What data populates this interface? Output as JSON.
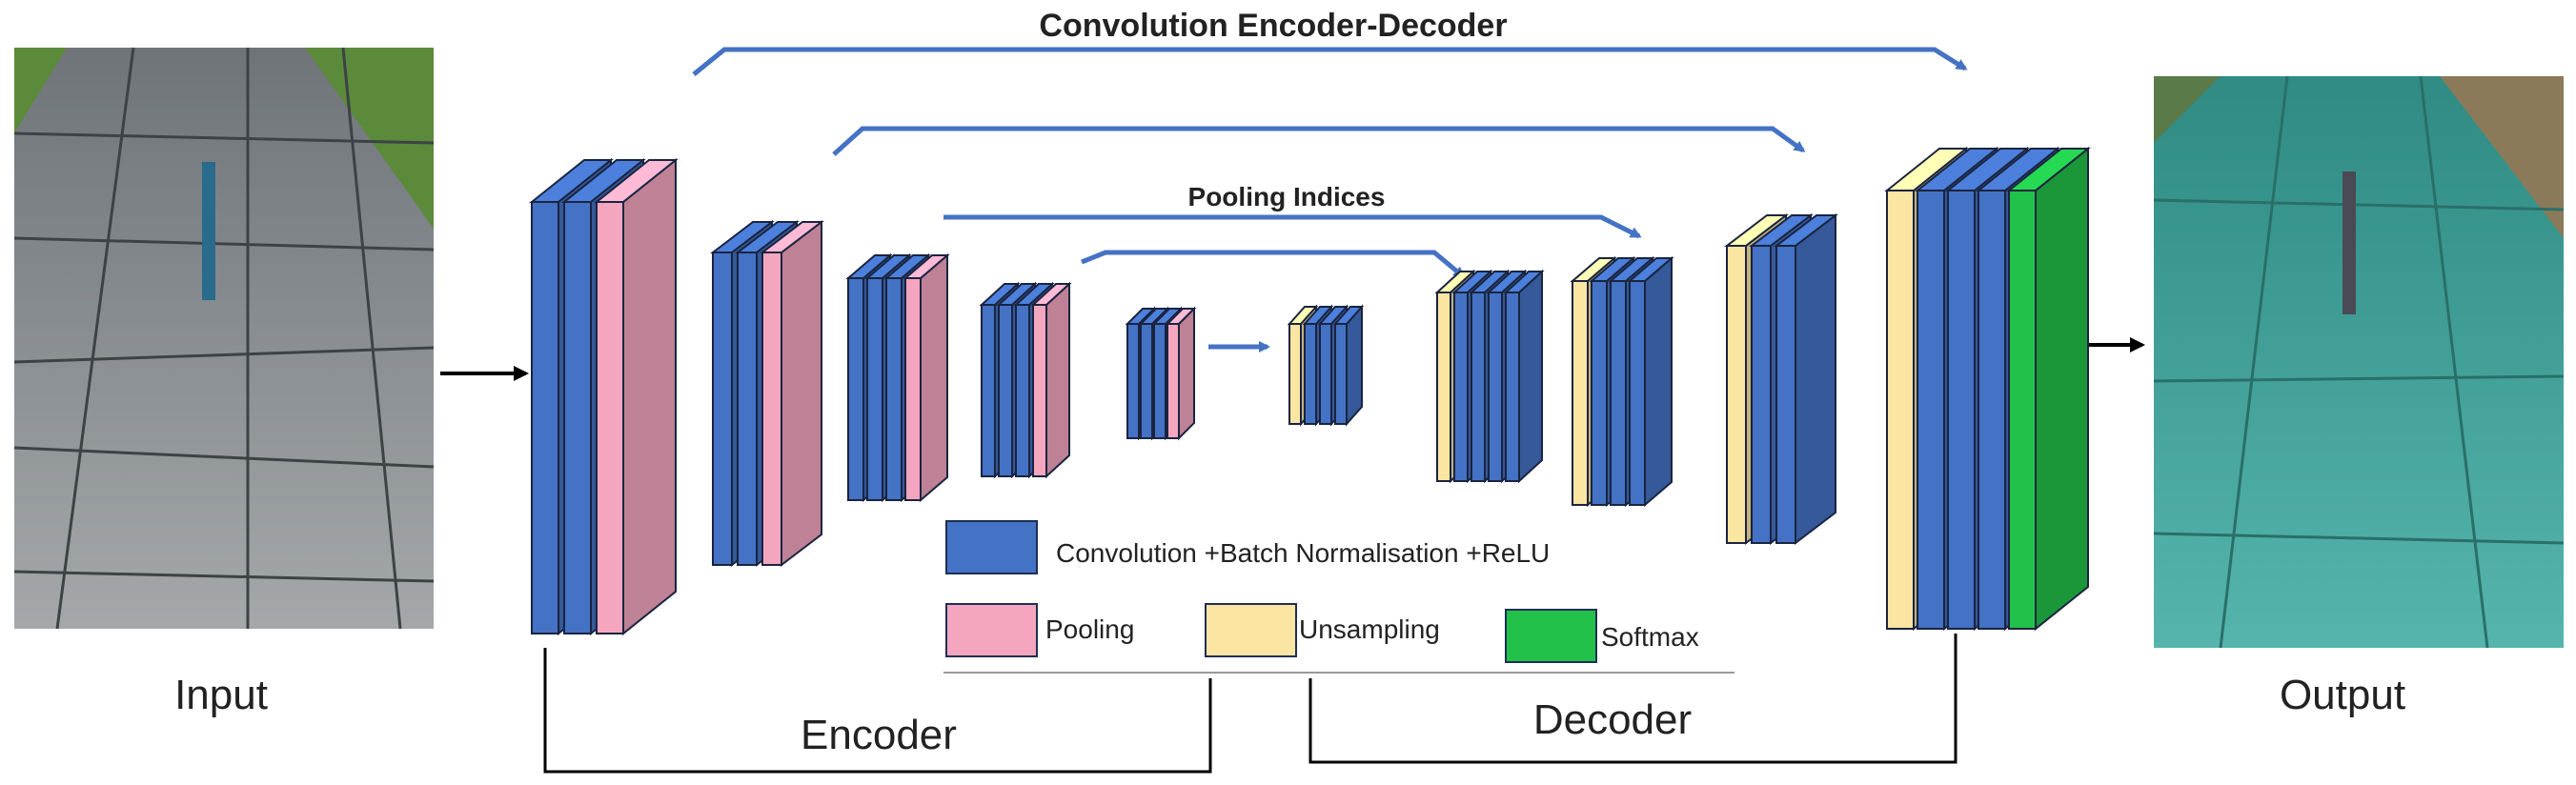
{
  "title": "Convolution Encoder-Decoder",
  "pooling_indices_label": "Pooling Indices",
  "input_label": "Input",
  "output_label": "Output",
  "encoder_label": "Encoder",
  "decoder_label": "Decoder",
  "legend": {
    "conv": "Convolution +Batch Normalisation +ReLU",
    "pooling": "Pooling",
    "upsampling": "Unsampling",
    "softmax": "Softmax"
  },
  "colors": {
    "conv": "#4472c4",
    "pooling": "#f4a6bf",
    "upsampling": "#fbe5a2",
    "softmax": "#22c24a",
    "arrow": "#4472c4",
    "road": "#8a8f93",
    "road_output": "#3fa39a",
    "grass": "#5a8a3a"
  },
  "icons": {
    "input_image": "road-photo",
    "output_image": "segmented-road-photo"
  }
}
